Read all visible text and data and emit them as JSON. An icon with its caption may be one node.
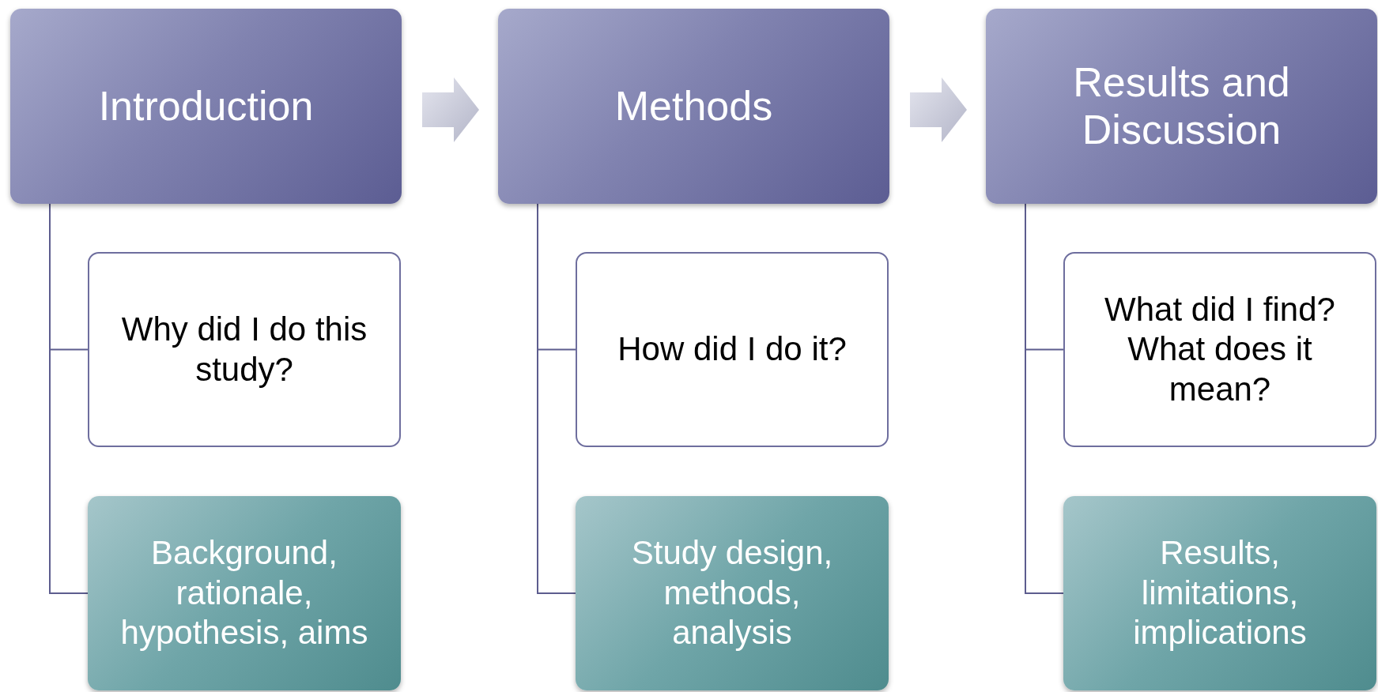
{
  "diagram": {
    "nodes": [
      {
        "text": [
          "Introduction"
        ]
      },
      {
        "text": [
          "Why did I do this study?"
        ]
      },
      {
        "text": [
          "Background, rationale, hypothesis, aims"
        ]
      },
      {
        "text": [
          "Methods"
        ]
      },
      {
        "text": [
          "How did I do it?"
        ]
      },
      {
        "text": [
          "Study design, methods, analysis"
        ]
      },
      {
        "text": [
          "Results and Discussion"
        ]
      },
      {
        "text": [
          "What did I find? What does it mean?"
        ]
      },
      {
        "text": [
          "Results, limitations, implications"
        ]
      }
    ],
    "edges": [
      {
        "from": 0,
        "to": 3,
        "arrow": "to",
        "style": "thick"
      },
      {
        "from": 3,
        "to": 6,
        "arrow": "to",
        "style": "thick"
      },
      {
        "from": 0,
        "to": 1,
        "arrow": "none"
      },
      {
        "from": 0,
        "to": 2,
        "arrow": "none"
      },
      {
        "from": 3,
        "to": 4,
        "arrow": "none"
      },
      {
        "from": 3,
        "to": 5,
        "arrow": "none"
      },
      {
        "from": 6,
        "to": 7,
        "arrow": "none"
      },
      {
        "from": 6,
        "to": 8,
        "arrow": "none"
      }
    ]
  }
}
